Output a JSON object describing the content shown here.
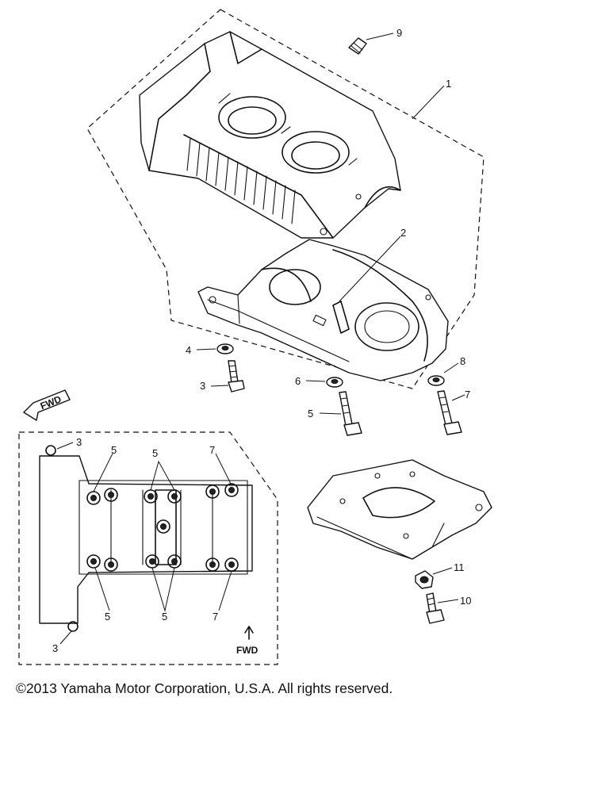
{
  "copyright": "©2013 Yamaha Motor Corporation, U.S.A. All rights reserved.",
  "fwd_label": "FWD",
  "callouts": {
    "c1": "1",
    "c2": "2",
    "c3": "3",
    "c4": "4",
    "c5": "5",
    "c6": "6",
    "c7": "7",
    "c8": "8",
    "c9": "9",
    "c10": "10",
    "c11": "11"
  }
}
